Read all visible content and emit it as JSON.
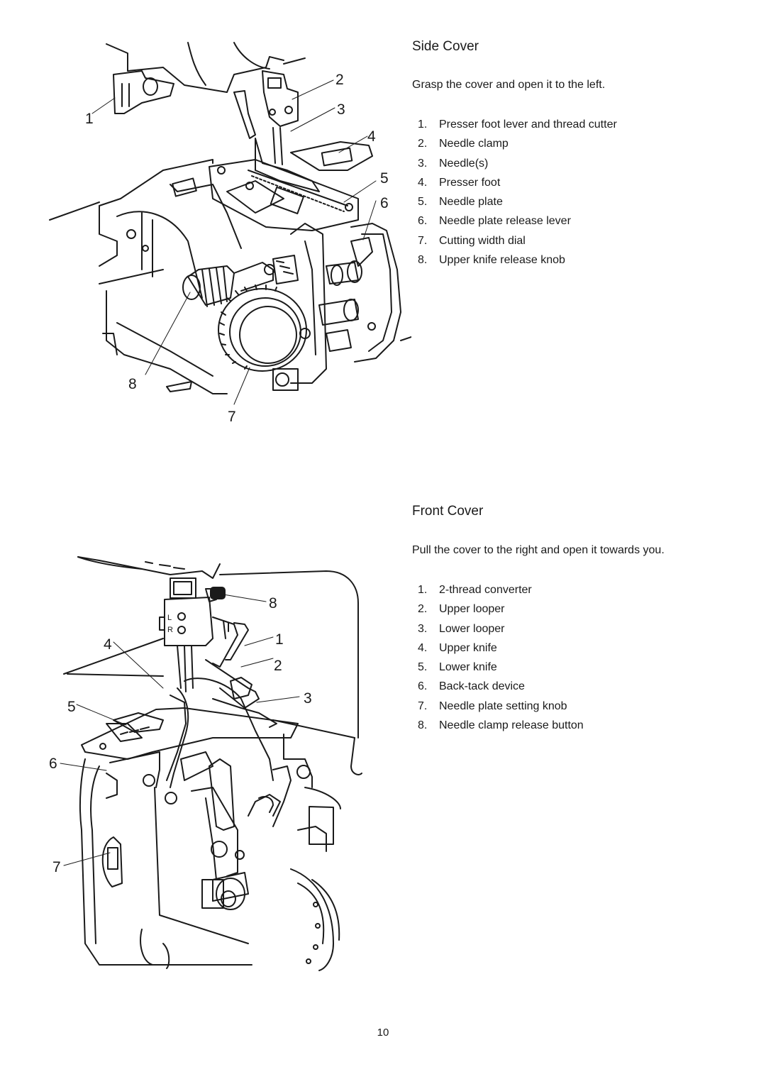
{
  "page_number": "10",
  "sections": [
    {
      "title": "Side Cover",
      "instruction": "Grasp the cover and open it to the left.",
      "parts": [
        {
          "num": "1.",
          "label": "Presser foot lever and thread cutter"
        },
        {
          "num": "2.",
          "label": "Needle clamp"
        },
        {
          "num": "3.",
          "label": "Needle(s)"
        },
        {
          "num": "4.",
          "label": "Presser foot"
        },
        {
          "num": "5.",
          "label": "Needle plate"
        },
        {
          "num": "6.",
          "label": "Needle plate release lever"
        },
        {
          "num": "7.",
          "label": "Cutting width dial"
        },
        {
          "num": "8.",
          "label": "Upper knife release knob"
        }
      ],
      "callouts": [
        "1",
        "2",
        "3",
        "4",
        "5",
        "6",
        "7",
        "8"
      ]
    },
    {
      "title": "Front Cover",
      "instruction": "Pull the cover to the right and open it towards you.",
      "parts": [
        {
          "num": "1.",
          "label": "2-thread converter"
        },
        {
          "num": "2.",
          "label": "Upper looper"
        },
        {
          "num": "3.",
          "label": "Lower looper"
        },
        {
          "num": "4.",
          "label": "Upper knife"
        },
        {
          "num": "5.",
          "label": "Lower knife"
        },
        {
          "num": "6.",
          "label": "Back-tack device"
        },
        {
          "num": "7.",
          "label": "Needle plate setting knob"
        },
        {
          "num": "8.",
          "label": "Needle clamp release button"
        }
      ],
      "callouts": [
        "8",
        "1",
        "2",
        "3",
        "4",
        "5",
        "6",
        "7"
      ],
      "illustration_letters": [
        "L",
        "R"
      ]
    }
  ]
}
